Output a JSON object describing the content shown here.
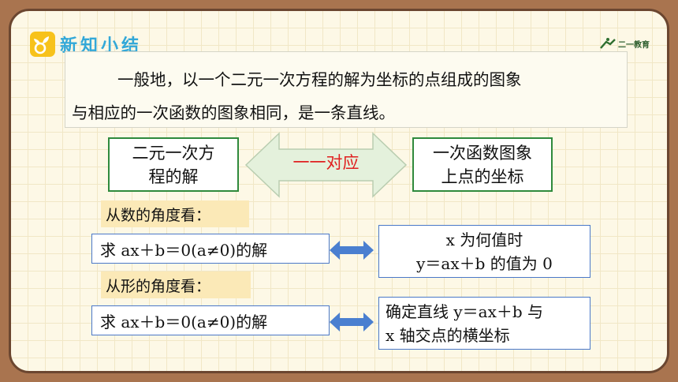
{
  "title": "新知小结",
  "logo_text": "二一教育",
  "intro": {
    "line1": "一般地，以一个二元一次方程的解为坐标的点组成的图象",
    "line2": "与相应的一次函数的图象相同，是一条直线。"
  },
  "left_box": {
    "line1": "二元一次方",
    "line2": "程的解"
  },
  "right_box": {
    "line1": "一次函数图象",
    "line2": "上点的坐标"
  },
  "arrow_label": "一一对应",
  "number_view_label": "从数的角度看：",
  "shape_view_label": "从形的角度看：",
  "q1": "求 ax＋b＝0(a≠0)的解",
  "a1": {
    "line1": "x 为何值时",
    "line2": "y＝ax＋b 的值为 0"
  },
  "q2": "求 ax＋b＝0(a≠0)的解",
  "a2": {
    "line1": "确定直线 y＝ax＋b 与",
    "line2": "x 轴交点的横坐标"
  },
  "colors": {
    "frame": "#a9744f",
    "title": "#33a8d8",
    "green_border": "#2f8a3c",
    "red_text": "#e02020",
    "blue_border": "#4a78c8",
    "tan_label": "#fbe9b7"
  }
}
